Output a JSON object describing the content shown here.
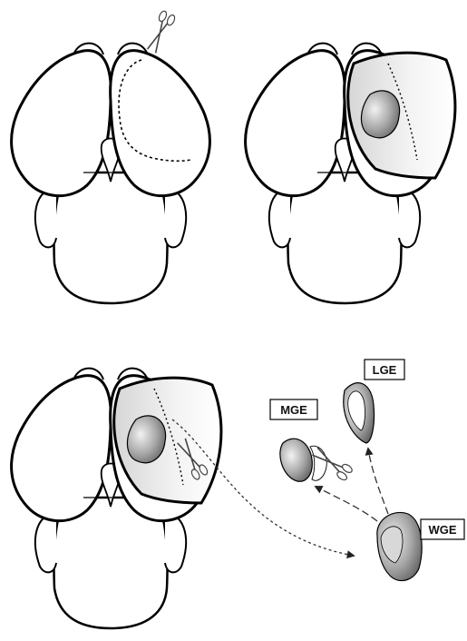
{
  "labels": {
    "lge": "LGE",
    "mge": "MGE",
    "wge": "WGE"
  },
  "colors": {
    "outline": "#000000",
    "ganglion_dark": "#6e6e6e",
    "ganglion_light": "#f2f2f2",
    "connector": "#333333"
  },
  "icons": [
    "scissors-icon",
    "arrow-icon"
  ]
}
